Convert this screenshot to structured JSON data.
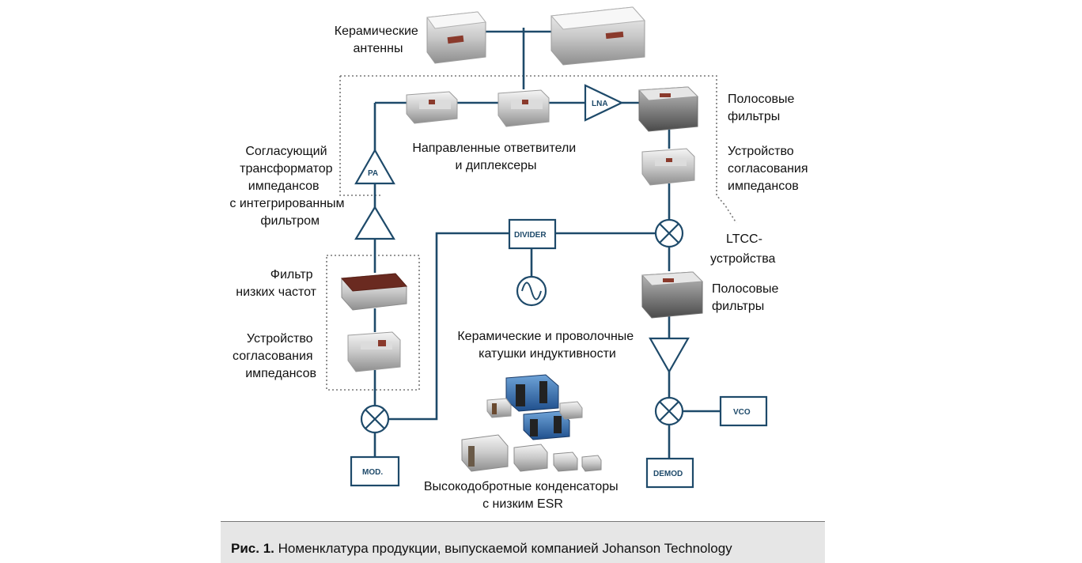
{
  "labels": {
    "ceramic_antennas": [
      "Керамические",
      "антенны"
    ],
    "bandpass_filters_top": [
      "Полосовые",
      "фильтры"
    ],
    "matching_device_right": [
      "Устройство",
      "согласования",
      "импедансов"
    ],
    "directional_couplers": [
      "Направленные ответвители",
      "и диплексеры"
    ],
    "impedance_transformer": [
      "Согласующий",
      "трансформатор",
      "импедансов",
      "с интегрированным",
      "фильтром"
    ],
    "ltcc_devices": [
      "LTCC-",
      "устройства"
    ],
    "bandpass_filters_mid": [
      "Полосовые",
      "фильтры"
    ],
    "lowpass_filter": [
      "Фильтр",
      "низких частот"
    ],
    "matching_device_left": [
      "Устройство",
      "согласования",
      "импедансов"
    ],
    "inductors": [
      "Керамические и проволочные",
      "катушки индуктивности"
    ],
    "capacitors": [
      "Высокодобротные конденсаторы",
      "с низким ESR"
    ]
  },
  "blocks": {
    "lna": "LNA",
    "pa": "PA",
    "divider": "DIVIDER",
    "vco": "VCO",
    "mod": "MOD.",
    "demod": "DEMOD"
  },
  "caption": {
    "prefix": "Рис. 1.",
    "text": " Номенклатура продукции, выпускаемой компанией Johanson Technology"
  },
  "colors": {
    "wire": "#1e4a6a",
    "chip_accent": "#8a3a2c",
    "caption_background": "#e6e6e6"
  }
}
